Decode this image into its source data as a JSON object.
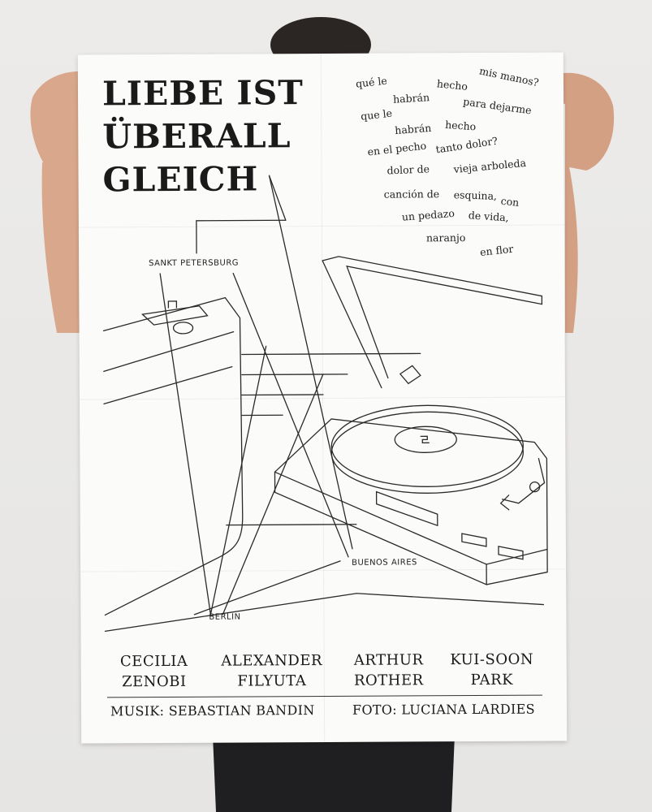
{
  "poster": {
    "title_lines": [
      "LIEBE IST",
      "ÜBERALL",
      "GLEICH"
    ],
    "poem": [
      "qué le",
      "habrán",
      "hecho",
      "mis manos?",
      "que le",
      "para dejarme",
      "habrán",
      "hecho",
      "en el pecho",
      "tanto dolor?",
      "dolor de",
      "vieja arboleda",
      "canción de",
      "esquina,",
      "con",
      "un pedazo",
      "de vida,",
      "naranjo",
      "en flor"
    ],
    "places": {
      "sankt_petersburg": "SANKT PETERSBURG",
      "buenos_aires": "BUENOS AIRES",
      "berlin": "BERLIN"
    },
    "cast": [
      {
        "first": "CECILIA",
        "last": "ZENOBI"
      },
      {
        "first": "ALEXANDER",
        "last": "FILYUTA"
      },
      {
        "first": "ARTHUR",
        "last": "ROTHER"
      },
      {
        "first": "KUI-SOON",
        "last": "PARK"
      }
    ],
    "credits": {
      "music": "MUSIK: SEBASTIAN BANDIN",
      "photo": "FOTO: LUCIANA LARDIES"
    }
  }
}
